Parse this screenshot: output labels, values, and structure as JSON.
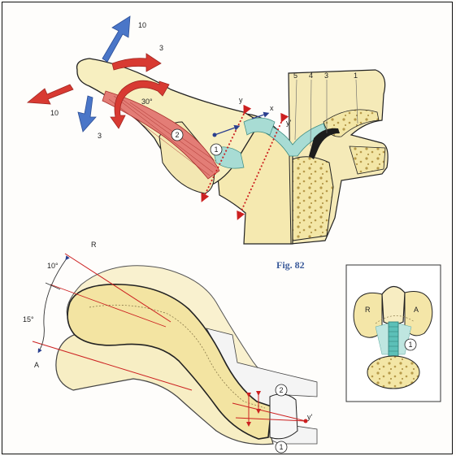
{
  "figure": {
    "caption": "Fig. 82",
    "colors": {
      "bone": "#f7efc0",
      "bone_shade": "#ecdc8e",
      "outline": "#222222",
      "ligament_teal": "#a8dcd4",
      "muscle_red": "#e07070",
      "force_blue": "#4a76c8",
      "force_red": "#d83a32",
      "axis_red": "#cc2020"
    },
    "top_view": {
      "forces": [
        "10",
        "3",
        "10",
        "3"
      ],
      "rotation": "30°",
      "axes": [
        "y",
        "x",
        "y'"
      ],
      "part_numbers": [
        "5",
        "4",
        "3",
        "1"
      ],
      "circled": [
        "2",
        "1"
      ]
    },
    "lower_view": {
      "labels": [
        "R",
        "A"
      ],
      "angles": [
        "10°",
        "15°"
      ],
      "axis": "y'",
      "circled": [
        "2",
        "1"
      ]
    },
    "inset": {
      "labels": [
        "R",
        "A"
      ],
      "circled": [
        "1"
      ]
    }
  }
}
